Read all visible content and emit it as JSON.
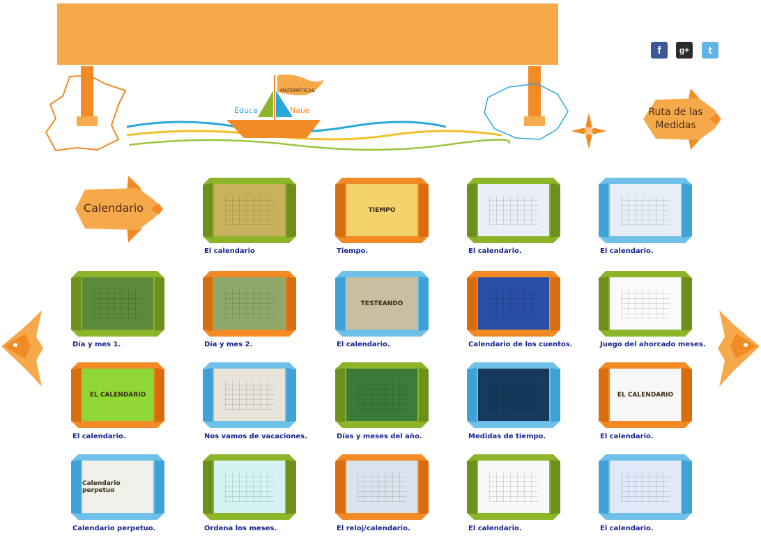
{
  "header": {
    "logo_word_left": "Educa",
    "logo_word_right": "Naue",
    "flag_text": "MATEMÁTICAS",
    "route_label_line1": "Ruta de las",
    "route_label_line2": "Medidas"
  },
  "social": [
    {
      "name": "facebook",
      "glyph": "f"
    },
    {
      "name": "google-plus",
      "glyph": "g+"
    },
    {
      "name": "twitter",
      "glyph": "t"
    }
  ],
  "section_label": "Calendario",
  "colors": {
    "orange": "#f28a25",
    "light_orange": "#f6a94a",
    "green": "#8db52a",
    "blue": "#70c1ea",
    "caption": "#16248f",
    "wave_blue": "#2aa7dc",
    "wave_yellow": "#f1c02a",
    "wave_green": "#9bc33d"
  },
  "tiles": [
    {
      "caption": "El calendario",
      "frame": "green",
      "thumb": "#c9b25e",
      "thumb_text": ""
    },
    {
      "caption": "Tiempo.",
      "frame": "orange",
      "thumb": "#f3d36a",
      "thumb_text": "TIEMPO"
    },
    {
      "caption": "El calendario.",
      "frame": "green",
      "thumb": "#e9eef8",
      "thumb_text": ""
    },
    {
      "caption": "El calendario.",
      "frame": "blue",
      "thumb": "#e6eef8",
      "thumb_text": ""
    },
    {
      "caption": "Día y mes 1.",
      "frame": "green",
      "thumb": "#5b8a3a",
      "thumb_text": ""
    },
    {
      "caption": "Día y mes 2.",
      "frame": "orange",
      "thumb": "#8ea86a",
      "thumb_text": ""
    },
    {
      "caption": "El calendario.",
      "frame": "blue",
      "thumb": "#c8bea0",
      "thumb_text": "TESTEANDO"
    },
    {
      "caption": "Calendario de los cuentos.",
      "frame": "orange",
      "thumb": "#2a4fa8",
      "thumb_text": ""
    },
    {
      "caption": "Juego del ahorcado meses.",
      "frame": "green",
      "thumb": "#fbfbfb",
      "thumb_text": ""
    },
    {
      "caption": "El calendario.",
      "frame": "orange",
      "thumb": "#8fd835",
      "thumb_text": "EL CALENDARIO"
    },
    {
      "caption": "Nos vamos de vacaciones.",
      "frame": "blue",
      "thumb": "#e9e4da",
      "thumb_text": ""
    },
    {
      "caption": "Días y meses del año.",
      "frame": "green",
      "thumb": "#3b7a37",
      "thumb_text": ""
    },
    {
      "caption": "Medidas de tiempo.",
      "frame": "blue",
      "thumb": "#163a5c",
      "thumb_text": ""
    },
    {
      "caption": "El calendario.",
      "frame": "orange",
      "thumb": "#f7f7f7",
      "thumb_text": "EL CALENDARIO"
    },
    {
      "caption": "Calendario perpetuo.",
      "frame": "blue",
      "thumb": "#f1f1ec",
      "thumb_text": "Calendario perpetuo"
    },
    {
      "caption": "Ordena los meses.",
      "frame": "green",
      "thumb": "#d6f3f3",
      "thumb_text": ""
    },
    {
      "caption": "El reloj/calendario.",
      "frame": "orange",
      "thumb": "#dbe3ef",
      "thumb_text": ""
    },
    {
      "caption": "El calendario.",
      "frame": "green",
      "thumb": "#f8f8f8",
      "thumb_text": ""
    },
    {
      "caption": "El calendario.",
      "frame": "blue",
      "thumb": "#dfe9f7",
      "thumb_text": ""
    }
  ]
}
